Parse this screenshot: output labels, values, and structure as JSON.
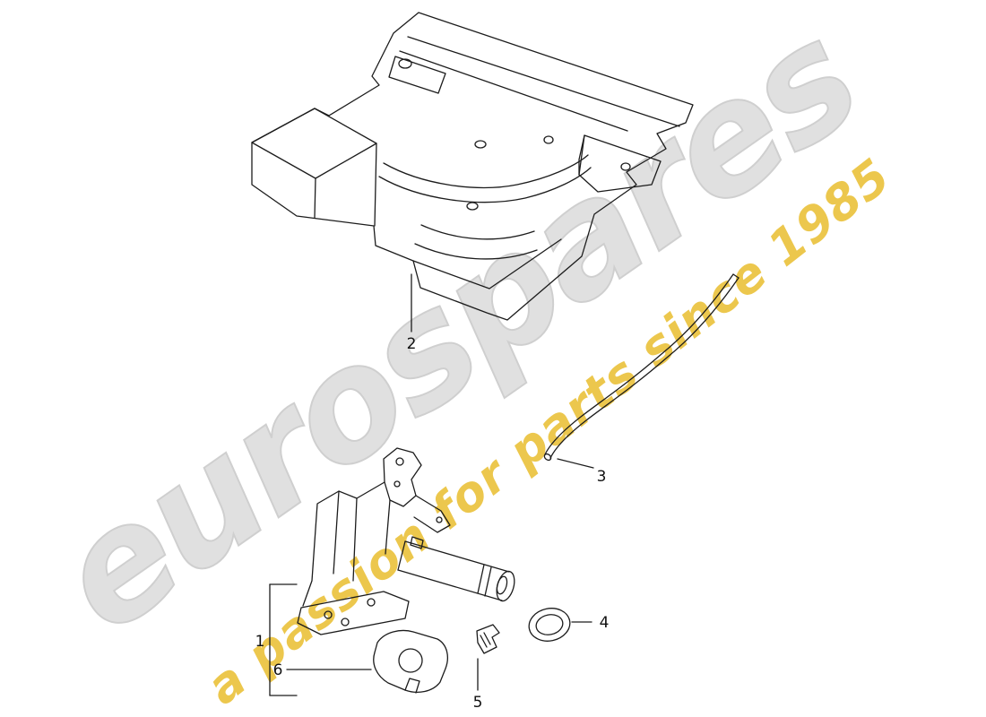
{
  "watermark": {
    "brand": "eurospares",
    "tagline": "a passion for parts since 1985",
    "brand_color": "#b6b6b6",
    "tagline_color": "#e9be2f"
  },
  "diagram": {
    "part_labels": {
      "p1": "1",
      "p2": "2",
      "p3": "3",
      "p4": "4",
      "p5": "5",
      "p6": "6"
    },
    "line_color": "#1c1c1c"
  }
}
